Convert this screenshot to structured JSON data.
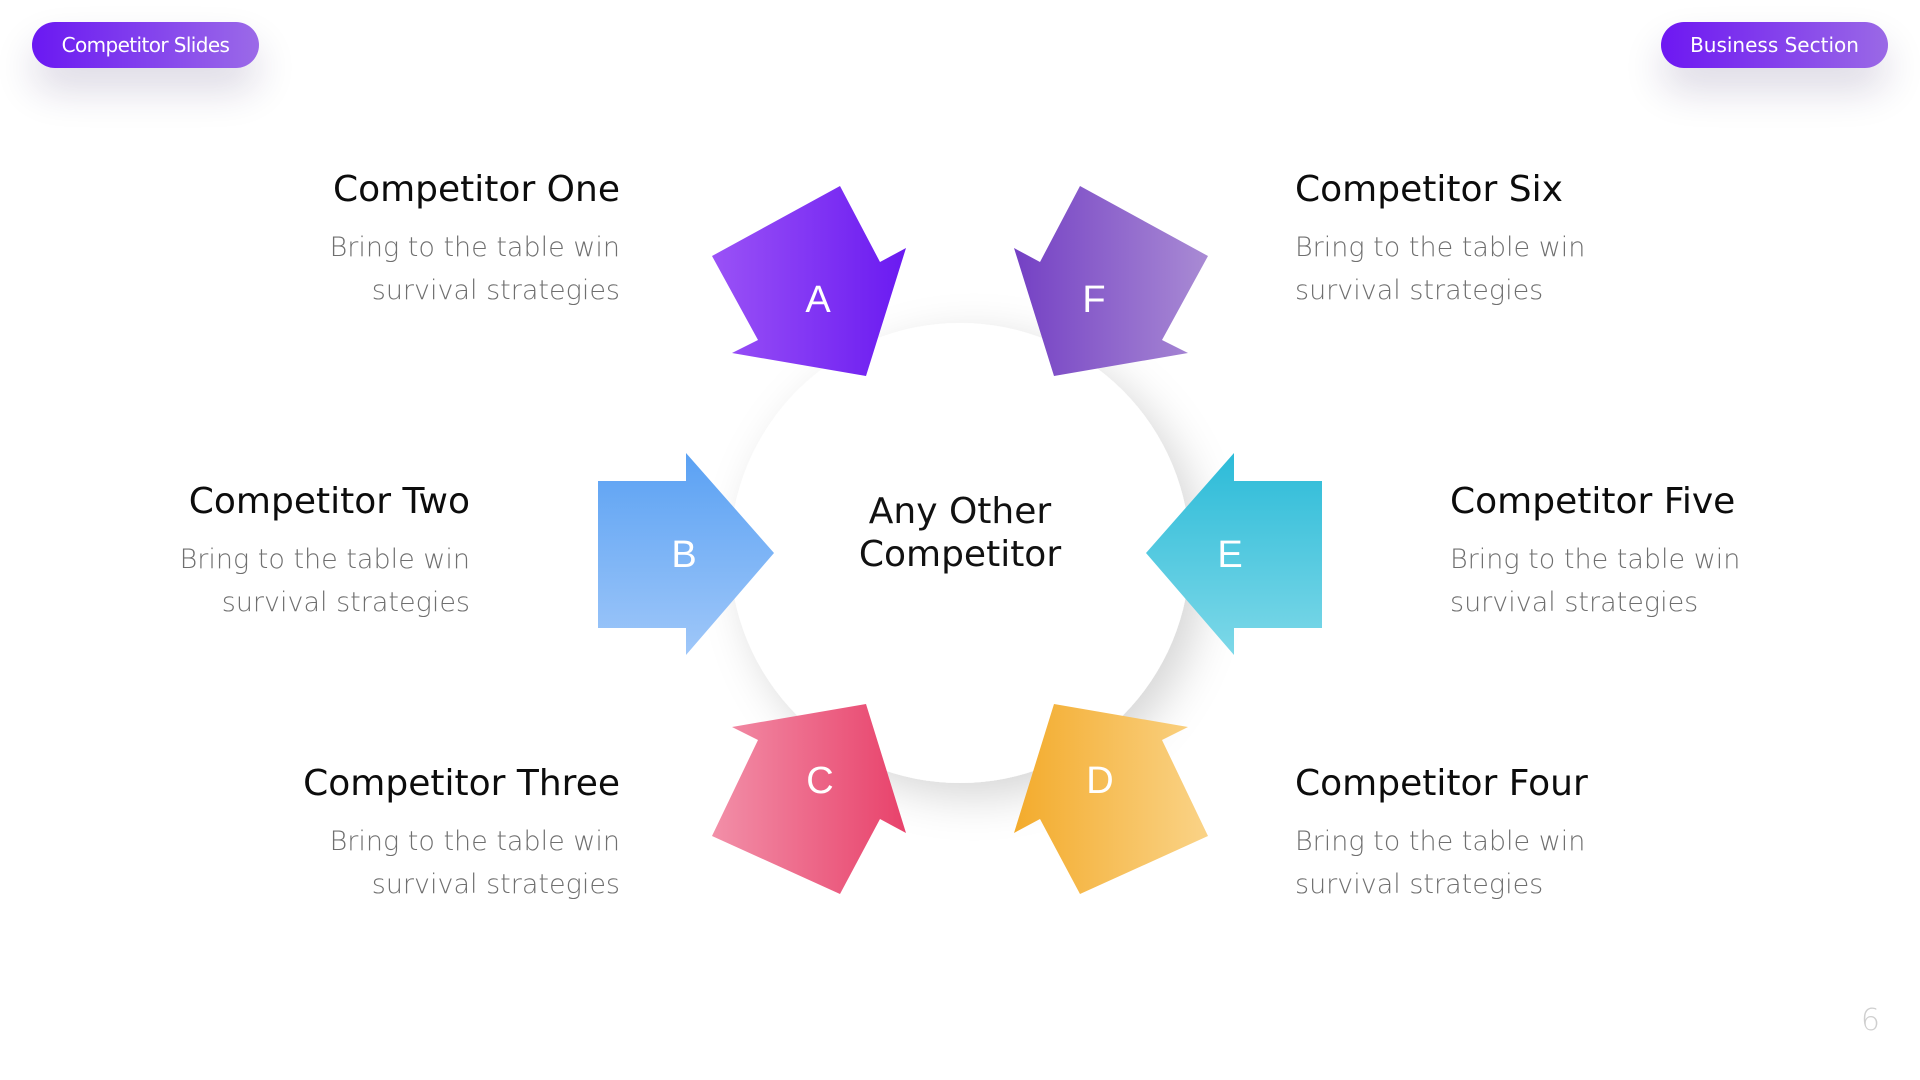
{
  "header": {
    "left_pill": "Competitor Slides",
    "right_pill": "Business Section"
  },
  "center": {
    "line1": "Any Other",
    "line2": "Competitor"
  },
  "arrows": [
    {
      "letter": "A",
      "color_start": "#9a52f6",
      "color_end": "#6a1af1"
    },
    {
      "letter": "B",
      "color_start": "#9fc7f9",
      "color_end": "#5aa1f3"
    },
    {
      "letter": "C",
      "color_start": "#f28fa8",
      "color_end": "#e8426b"
    },
    {
      "letter": "D",
      "color_start": "#f3ab2c",
      "color_end": "#fad387"
    },
    {
      "letter": "E",
      "color_start": "#2cbbd8",
      "color_end": "#7dd8e8"
    },
    {
      "letter": "F",
      "color_start": "#7440c4",
      "color_end": "#a98bd4"
    }
  ],
  "competitors": [
    {
      "title": "Competitor One",
      "line1": "Bring to the table win",
      "line2": "survival strategies"
    },
    {
      "title": "Competitor Two",
      "line1": "Bring to the table win",
      "line2": "survival strategies"
    },
    {
      "title": "Competitor Three",
      "line1": "Bring to the table win",
      "line2": "survival strategies"
    },
    {
      "title": "Competitor Four",
      "line1": "Bring to the table win",
      "line2": "survival strategies"
    },
    {
      "title": "Competitor Five",
      "line1": "Bring to the table win",
      "line2": "survival strategies"
    },
    {
      "title": "Competitor Six",
      "line1": "Bring to the table win",
      "line2": "survival strategies"
    }
  ],
  "page_number": "6"
}
